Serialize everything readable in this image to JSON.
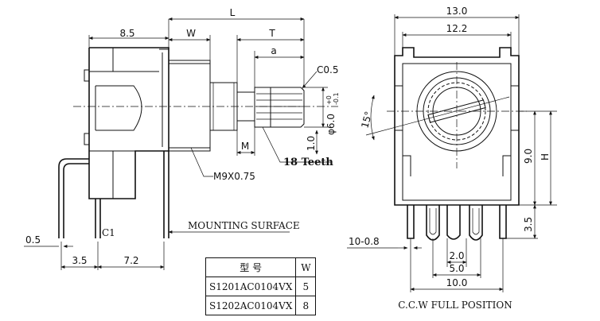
{
  "side_view": {
    "dim_L": "L",
    "dim_8_5": "8.5",
    "dim_W": "W",
    "dim_T": "T",
    "dim_a": "a",
    "dim_C0_5": "C0.5",
    "dim_dia": "φ6.0",
    "tol_upper": "+0",
    "tol_lower": "-0.1",
    "dim_1_0": "1.0",
    "dim_M": "M",
    "thread": "M9X0.75",
    "teeth": "18 Teeth",
    "mounting_surface": "MOUNTING SURFACE",
    "dim_0_5": "0.5",
    "pin_label": "C1",
    "dim_3_5": "3.5",
    "dim_7_2": "7.2"
  },
  "front_view": {
    "dim_13_0": "13.0",
    "dim_12_2": "12.2",
    "angle": "15°",
    "dim_9_0": "9.0",
    "dim_H": "H",
    "dim_3_5": "3.5",
    "dim_10_0_8": "10-0.8",
    "dim_2_0": "2.0",
    "dim_5_0": "5.0",
    "dim_10_0": "10.0",
    "caption": "C.C.W FULL POSITION"
  },
  "table": {
    "header": [
      "型 号",
      "W"
    ],
    "rows": [
      [
        "S1201AC0104VX",
        "5"
      ],
      [
        "S1202AC0104VX",
        "8"
      ]
    ]
  }
}
